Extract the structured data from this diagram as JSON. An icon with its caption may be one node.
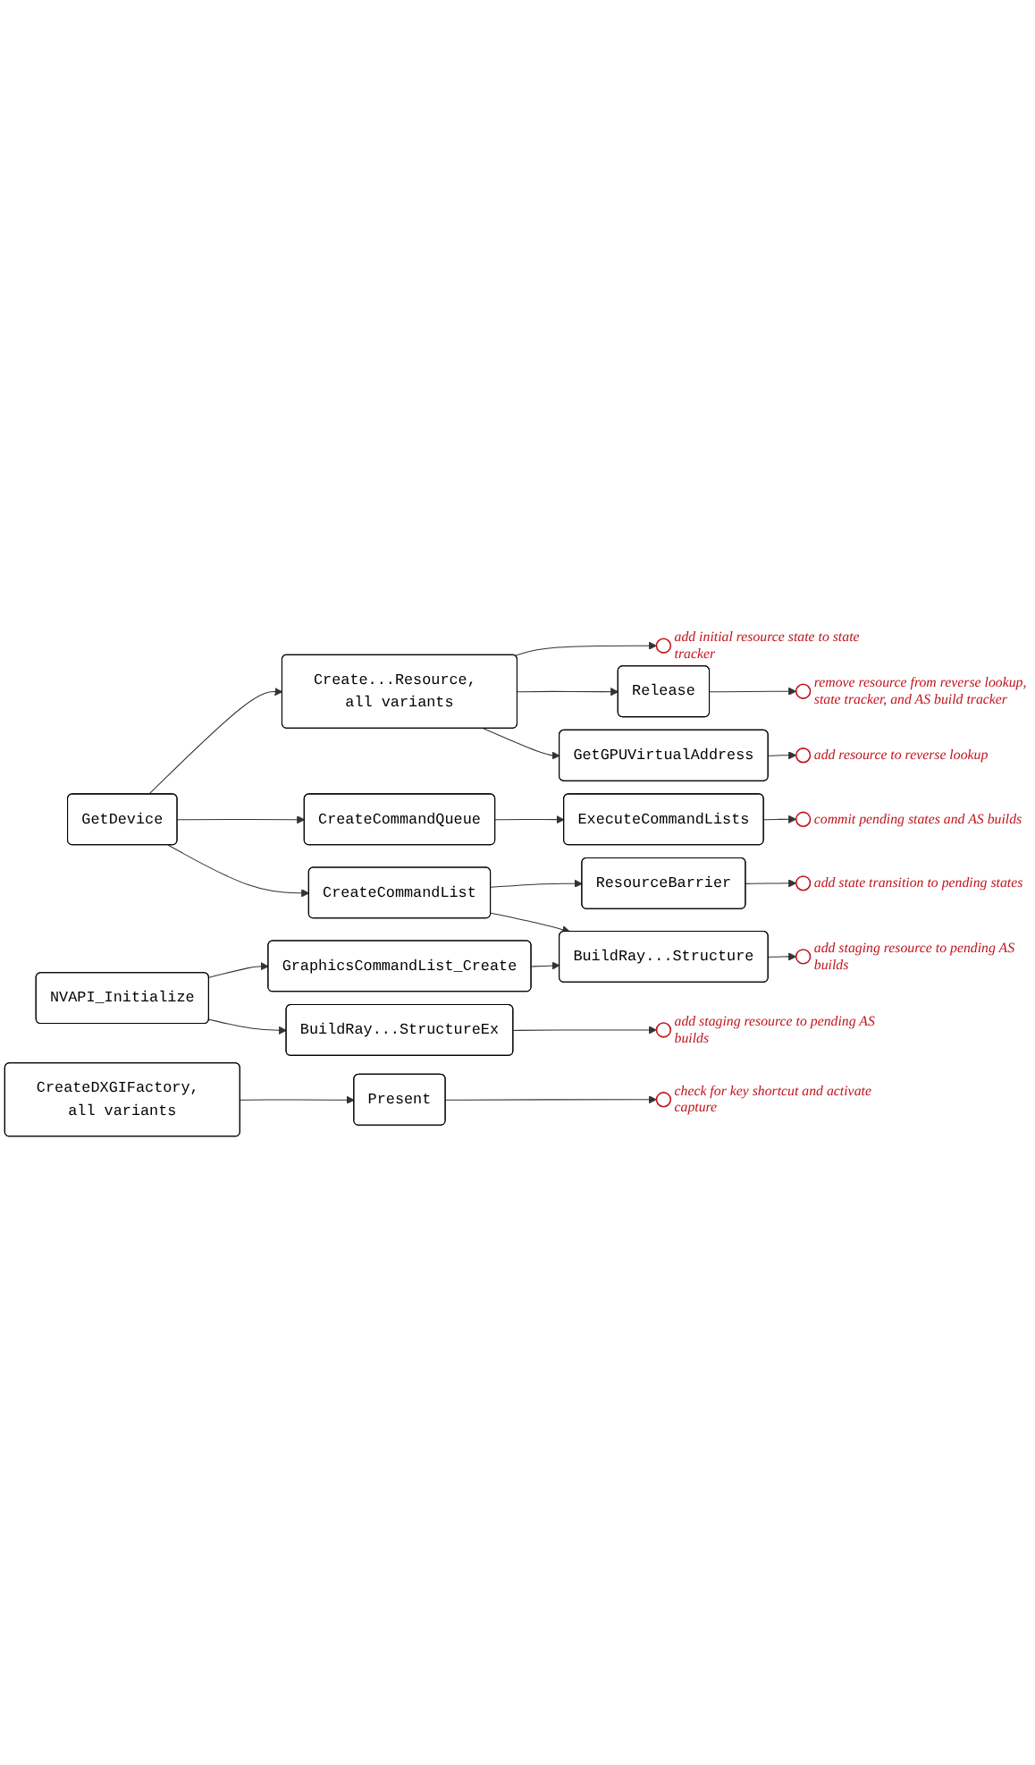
{
  "diagram": {
    "nodes": [
      {
        "text": [
          "GetDevice"
        ]
      },
      {
        "text": [
          "Create...Resource, all variants"
        ]
      },
      {
        "text": [],
        "shape": "circle",
        "beside": [
          "add initial resource state to state tracker"
        ]
      },
      {
        "text": [
          "Release"
        ]
      },
      {
        "text": [],
        "shape": "circle",
        "beside": [
          "remove resource from reverse lookup, state tracker, and AS build tracker"
        ]
      },
      {
        "text": [
          "GetGPUVirtualAddress"
        ]
      },
      {
        "text": [],
        "shape": "circle",
        "beside": [
          "add resource to reverse lookup"
        ]
      },
      {
        "text": [
          "CreateCommandQueue"
        ]
      },
      {
        "text": [
          "ExecuteCommandLists"
        ]
      },
      {
        "text": [],
        "shape": "circle",
        "beside": [
          "commit pending states and AS builds"
        ]
      },
      {
        "text": [
          "CreateCommandList"
        ]
      },
      {
        "text": [
          "ResourceBarrier"
        ]
      },
      {
        "text": [],
        "shape": "circle",
        "beside": [
          "add state transition to pending states"
        ]
      },
      {
        "text": [
          "BuildRay...Structure"
        ]
      },
      {
        "text": [],
        "shape": "circle",
        "beside": [
          "add staging resource to pending AS builds"
        ]
      },
      {
        "text": [
          "NVAPI_Initialize"
        ]
      },
      {
        "text": [
          "GraphicsCommandList_Create"
        ]
      },
      {
        "text": [
          "BuildRay...StructureEx"
        ]
      },
      {
        "text": [],
        "shape": "circle",
        "beside": [
          "add staging resource to pending AS builds"
        ]
      },
      {
        "text": [
          "CreateDXGIFactory, all variants"
        ]
      },
      {
        "text": [
          "Present"
        ]
      },
      {
        "text": [],
        "shape": "circle",
        "beside": [
          "check for key shortcut and activate capture"
        ]
      }
    ],
    "edges": [
      {
        "from": 0,
        "to": 1,
        "arrow": "to"
      },
      {
        "from": 1,
        "to": 2,
        "arrow": "to"
      },
      {
        "from": 1,
        "to": 3,
        "arrow": "to"
      },
      {
        "from": 3,
        "to": 4,
        "arrow": "to"
      },
      {
        "from": 1,
        "to": 5,
        "arrow": "to"
      },
      {
        "from": 5,
        "to": 6,
        "arrow": "to"
      },
      {
        "from": 0,
        "to": 7,
        "arrow": "to"
      },
      {
        "from": 7,
        "to": 8,
        "arrow": "to"
      },
      {
        "from": 8,
        "to": 9,
        "arrow": "to"
      },
      {
        "from": 0,
        "to": 10,
        "arrow": "to"
      },
      {
        "from": 10,
        "to": 11,
        "arrow": "to"
      },
      {
        "from": 11,
        "to": 12,
        "arrow": "to"
      },
      {
        "from": 10,
        "to": 13,
        "arrow": "to"
      },
      {
        "from": 13,
        "to": 14,
        "arrow": "to"
      },
      {
        "from": 15,
        "to": 16,
        "arrow": "to"
      },
      {
        "from": 16,
        "to": 13,
        "arrow": "to"
      },
      {
        "from": 15,
        "to": 17,
        "arrow": "to"
      },
      {
        "from": 17,
        "to": 18,
        "arrow": "to"
      },
      {
        "from": 19,
        "to": 20,
        "arrow": "to"
      },
      {
        "from": 20,
        "to": 21,
        "arrow": "to"
      }
    ]
  }
}
